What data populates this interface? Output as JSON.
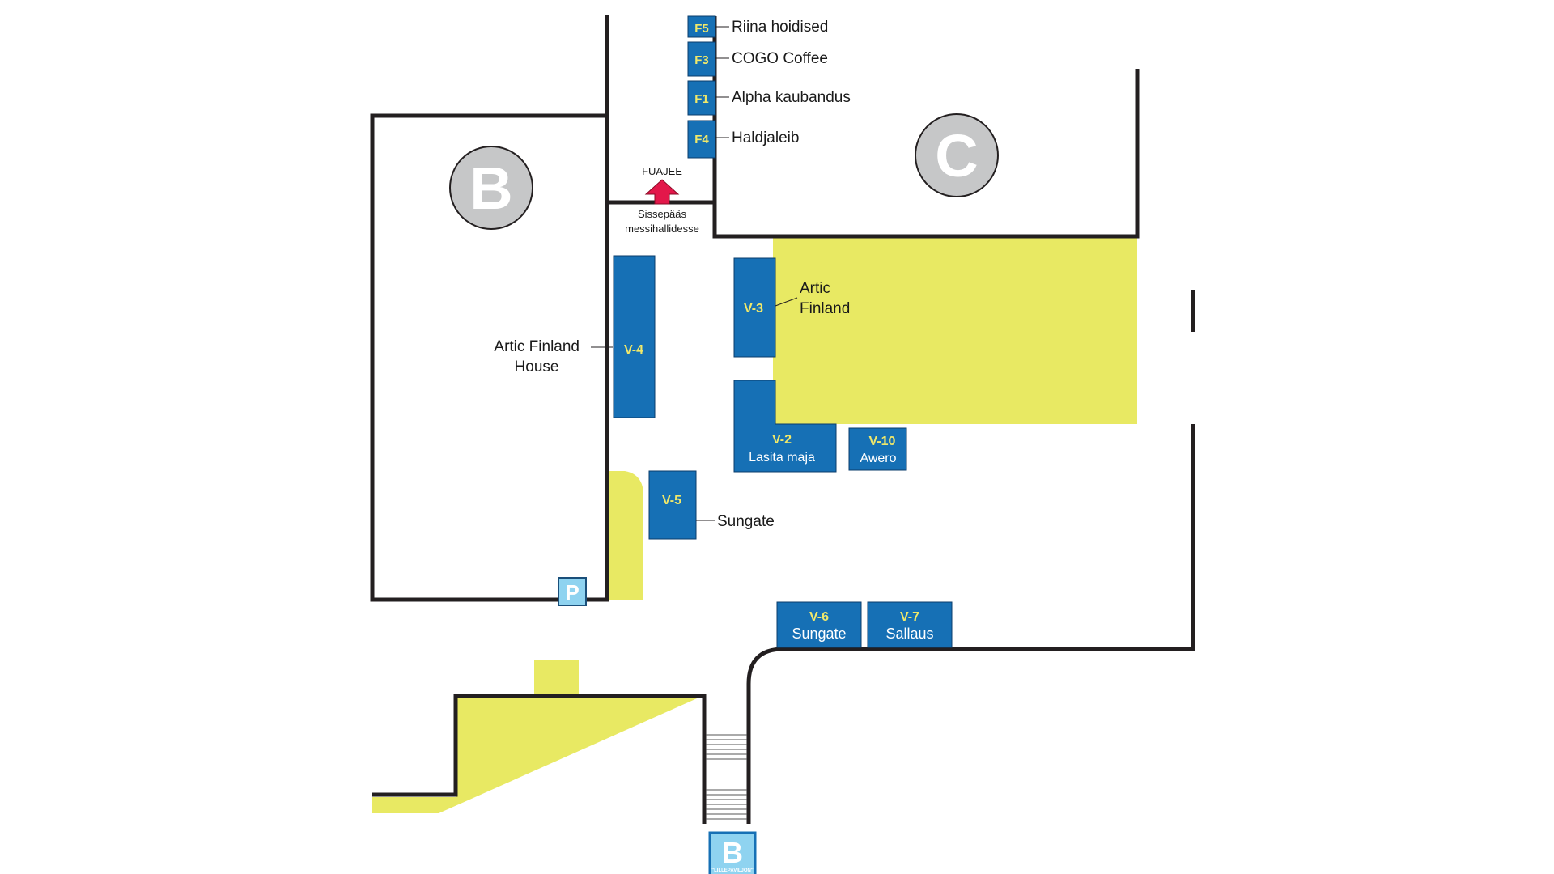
{
  "colors": {
    "wall": "#231f20",
    "booth": "#1670b5",
    "booth_stroke": "#0b3d6b",
    "zone": "#e8e963",
    "hall_badge": "#c6c7c8",
    "light_blue": "#8fd3f0",
    "arrow": "#e3174a",
    "code_text": "#f0e86a"
  },
  "halls": {
    "b": "B",
    "c": "C"
  },
  "entrance": {
    "foyer": "FUAJEE",
    "line1": "Sissepääs",
    "line2": "messihallidesse"
  },
  "booths": {
    "f5": {
      "code": "F5",
      "name": "Riina hoidised"
    },
    "f3": {
      "code": "F3",
      "name": "COGO Coffee"
    },
    "f1": {
      "code": "F1",
      "name": "Alpha kaubandus"
    },
    "f4": {
      "code": "F4",
      "name": "Haldjaleib"
    },
    "v3": {
      "code": "V-3",
      "name1": "Artic",
      "name2": "Finland"
    },
    "v4": {
      "code": "V-4",
      "name1": "Artic Finland",
      "name2": "House"
    },
    "v2": {
      "code": "V-2",
      "name": "Lasita maja"
    },
    "v10": {
      "code": "V-10",
      "name": "Awero"
    },
    "v5": {
      "code": "V-5",
      "name": "Sungate"
    },
    "v6": {
      "code": "V-6",
      "name": "Sungate"
    },
    "v7": {
      "code": "V-7",
      "name": "Sallaus"
    }
  },
  "markers": {
    "parking": "P",
    "pavilion_letter": "B",
    "pavilion_name": "\"LILLEPAVILJON\""
  }
}
